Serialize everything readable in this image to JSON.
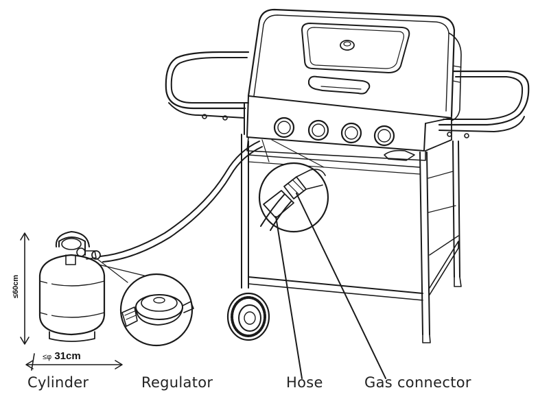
{
  "labels": {
    "cylinder": "Cylinder",
    "regulator": "Regulator",
    "hose": "Hose",
    "gas_connector": "Gas connector"
  },
  "dimensions": {
    "height": "≤60cm",
    "diameter_symbol": "≤φ",
    "diameter": "31cm"
  }
}
